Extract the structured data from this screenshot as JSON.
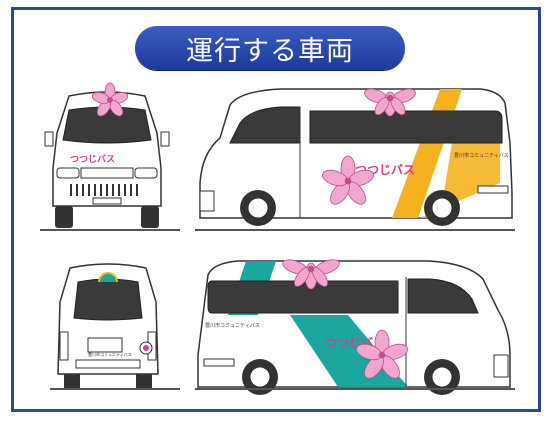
{
  "heading": "運行する車両",
  "logo_text": "つつじバス",
  "logo_small_a": "つつじ",
  "logo_small_b": "バス",
  "operator_text": "豊川市コミュニティバス",
  "colors": {
    "frame": "#2a4a8c",
    "title_bg": "#2546a8",
    "stripe_yellow": "#f5b21e",
    "stripe_teal": "#1aa7a0",
    "flower_pink": "#f2a6cf",
    "logo_magenta": "#e0388e",
    "window": "#3a3a3a"
  },
  "icons": [
    "azalea-flower-icon",
    "mascot-badge-icon",
    "wheel-icon"
  ]
}
